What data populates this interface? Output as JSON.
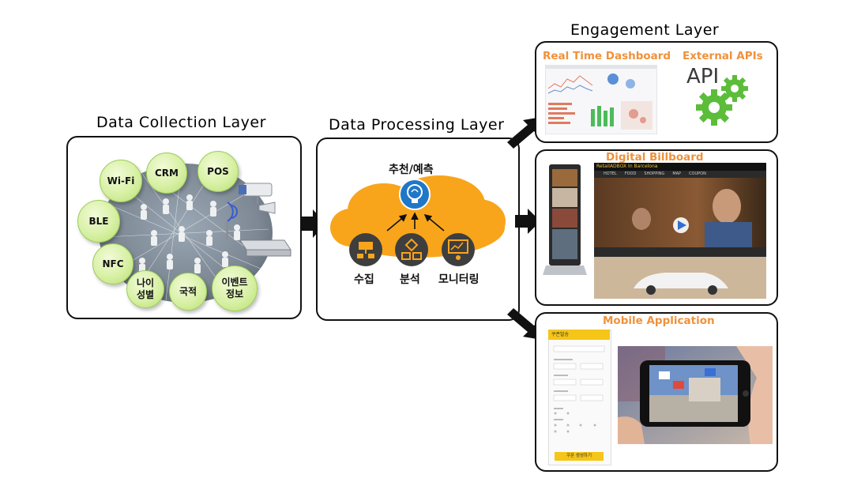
{
  "layers": {
    "collection": "Data Collection Layer",
    "processing": "Data Processing Layer",
    "engagement": "Engagement Layer"
  },
  "collection_sources": [
    "Wi-Fi",
    "CRM",
    "POS",
    "BLE",
    "NFC",
    "나이\n성별",
    "국적",
    "이벤트\n정보"
  ],
  "processing": {
    "goal": "추천/예측",
    "steps": [
      "수집",
      "분석",
      "모니터링"
    ]
  },
  "engagement": {
    "dashboard_title": "Real Time Dashboard",
    "apis_title": "External APIs",
    "api_text": "API",
    "billboard_title": "Digital Billboard",
    "billboard_header": "RetailADBOX In Barcelona",
    "billboard_menu": [
      "HOTEL",
      "FOOD",
      "SHOPPING",
      "MAP",
      "COUPON"
    ],
    "mobile_title": "Mobile Application",
    "mobile_header": "쿠폰발송",
    "mobile_button": "쿠폰 생성하기"
  },
  "colors": {
    "orange_label": "#f0913a",
    "circle_green": "#d7f0a4",
    "cloud_orange": "#f8a51c",
    "gear_green": "#5bbd3a"
  }
}
